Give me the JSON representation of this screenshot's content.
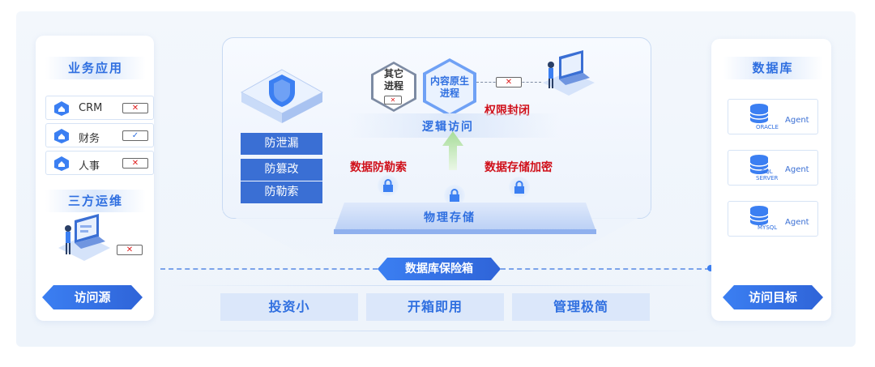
{
  "access_source": {
    "business_title": "业务应用",
    "apps": [
      {
        "label": "CRM",
        "status": "✕",
        "icon": "house-icon"
      },
      {
        "label": "财务",
        "status": "✓",
        "icon": "house-icon"
      },
      {
        "label": "人事",
        "status": "✕",
        "icon": "house-icon"
      }
    ],
    "third_party_title": "三方运维",
    "third_party_status": "✕",
    "footer": "访问源"
  },
  "center": {
    "shield_items": [
      "防泄漏",
      "防篡改",
      "防勒索"
    ],
    "other_process": "其它\n进程",
    "other_process_status": "✕",
    "native_process": "内容原生\n进程",
    "laptop_status": "✕",
    "permission_block": "权限封闭",
    "logical_access": "逻辑访问",
    "anti_ransom": "数据防勒索",
    "storage_encryption": "数据存储加密",
    "physical_storage": "物理存储",
    "vault": "数据库保险箱"
  },
  "benefits": [
    "投资小",
    "开箱即用",
    "管理极简"
  ],
  "target": {
    "title": "数据库",
    "databases": [
      {
        "name": "ORACLE",
        "agent": "Agent"
      },
      {
        "name": "SQL\nSERVER",
        "agent": "Agent"
      },
      {
        "name": "MYSQL",
        "agent": "Agent"
      }
    ],
    "footer": "访问目标"
  },
  "colors": {
    "accent": "#2f6fe0",
    "warning": "#d0101a",
    "panel": "#ffffff"
  }
}
